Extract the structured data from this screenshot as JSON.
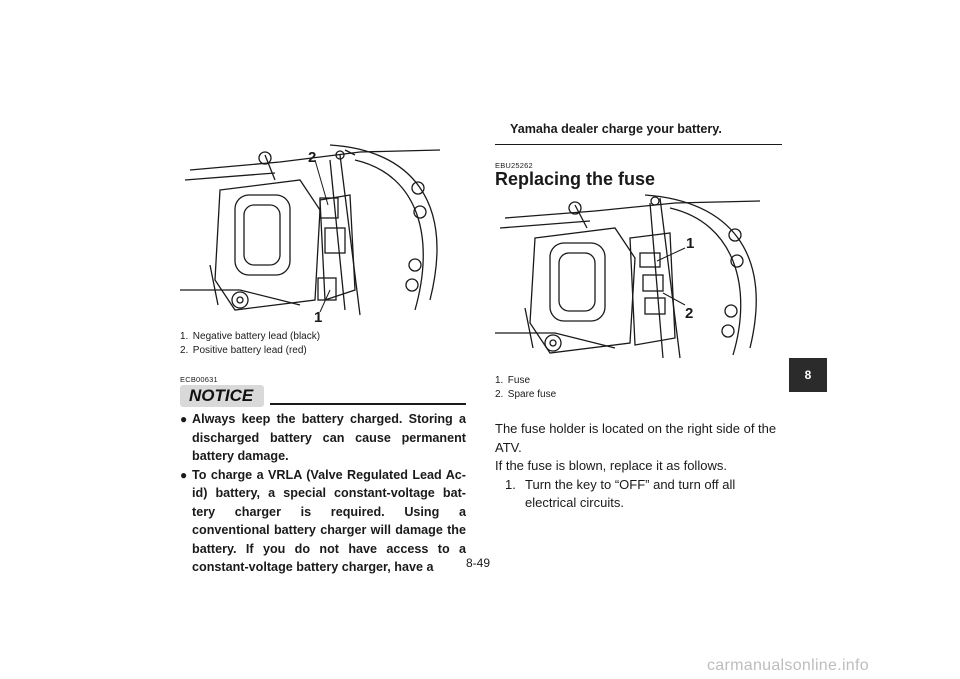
{
  "left": {
    "figure_callouts": [
      "2",
      "1"
    ],
    "captions": [
      {
        "num": "1.",
        "text": "Negative battery lead (black)"
      },
      {
        "num": "2.",
        "text": "Positive battery lead (red)"
      }
    ],
    "notice_code": "ECB00631",
    "notice_label": "NOTICE",
    "bullets": [
      "Always keep the battery charged. Storing a discharged battery can cause permanent battery damage.",
      "To charge a VRLA (Valve Regulated Lead Ac-id) battery, a special constant-voltage bat-tery charger is required. Using a conventional battery charger will damage the battery. If you do not have access to a constant-voltage battery charger, have a"
    ]
  },
  "right": {
    "continued_heading": "Yamaha dealer charge your battery.",
    "section_code": "EBU25262",
    "section_title": "Replacing the fuse",
    "figure_callouts": [
      "1",
      "2"
    ],
    "captions": [
      {
        "num": "1.",
        "text": "Fuse"
      },
      {
        "num": "2.",
        "text": "Spare fuse"
      }
    ],
    "paragraph1": "The fuse holder is located on the right side of the ATV.",
    "paragraph2": "If the fuse is blown, replace it as follows.",
    "steps": [
      {
        "n": "1.",
        "text": "Turn the key to “OFF” and turn off all electrical circuits."
      }
    ]
  },
  "chapter_tab": "8",
  "page_number": "8-49",
  "watermark": "carmanualsonline.info",
  "colors": {
    "text": "#1a1a1a",
    "badge": "#d9d9d9",
    "tab": "#2b2b2b",
    "watermark": "#bdbdbd"
  }
}
